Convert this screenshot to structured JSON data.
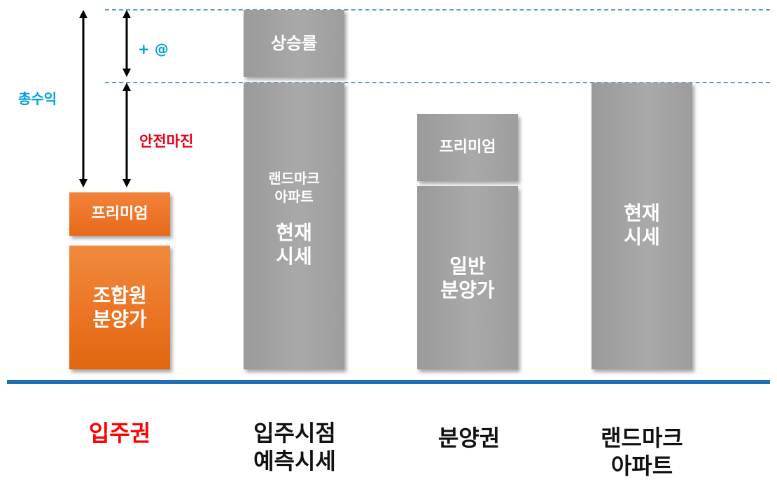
{
  "left_annotations": {
    "total_profit_label": "총수익",
    "increment_label": "+ @",
    "safety_margin_label": "안전마진"
  },
  "bars": {
    "col1": {
      "top_box": "프리미엄",
      "bottom_box_line1": "조합원",
      "bottom_box_line2": "분양가"
    },
    "col2": {
      "top_box": "상승률",
      "sub_line1": "랜드마크",
      "sub_line2": "아파트",
      "main_line1": "현재",
      "main_line2": "시세"
    },
    "col3": {
      "top_box": "프리미엄",
      "main_line1": "일반",
      "main_line2": "분양가"
    },
    "col4": {
      "main_line1": "현재",
      "main_line2": "시세"
    }
  },
  "categories": {
    "col1": {
      "line1": "입주권"
    },
    "col2": {
      "line1": "입주시점",
      "line2": "예측시세"
    },
    "col3": {
      "line1": "분양권"
    },
    "col4": {
      "line1": "랜드마크",
      "line2": "아파트"
    }
  },
  "colors": {
    "orange": "#ec7424",
    "gray": "#a5a5a5",
    "blue_dash": "#5b9bd5",
    "baseline_blue": "#1f6fb8",
    "highlight_red": "#ff0000",
    "annotation_cyan": "#00a0e0"
  }
}
